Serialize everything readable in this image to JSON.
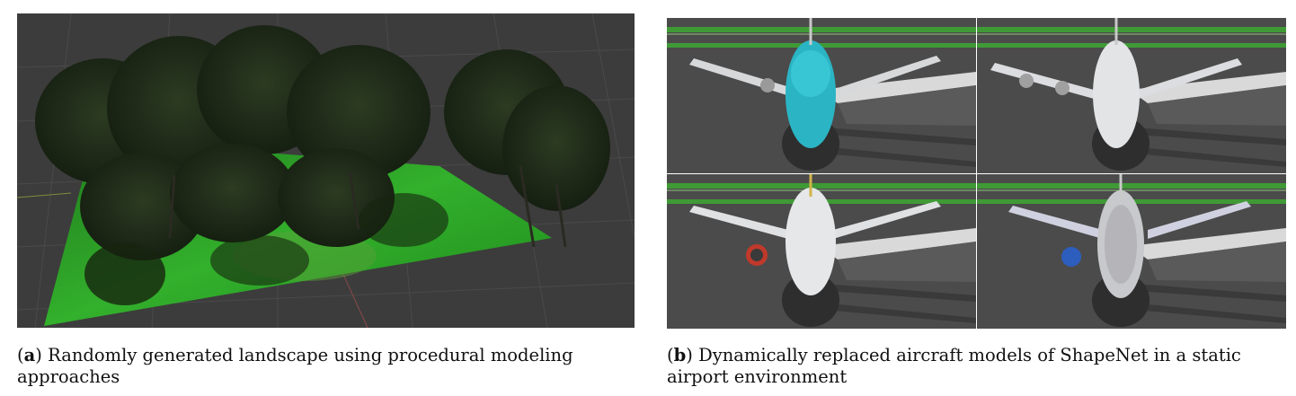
{
  "figure": {
    "subfigures": [
      {
        "id": "a",
        "label": "a",
        "caption": "Randomly generated landscape using procedural modeling approaches"
      },
      {
        "id": "b",
        "label": "b",
        "caption": "Dynamically replaced aircraft models of ShapeNet in a static airport environment"
      }
    ]
  },
  "colors": {
    "viewport_bg": "#3c3c3c",
    "grass": "#2fa82a",
    "tree_dark": "#1b2a16",
    "tarmac": "#4a4a4a",
    "runway_marking": "#e6e6e6",
    "grass_strip": "#3e9a34",
    "aircraft_teal": "#2bb5c4",
    "aircraft_white": "#e2e4e6"
  }
}
